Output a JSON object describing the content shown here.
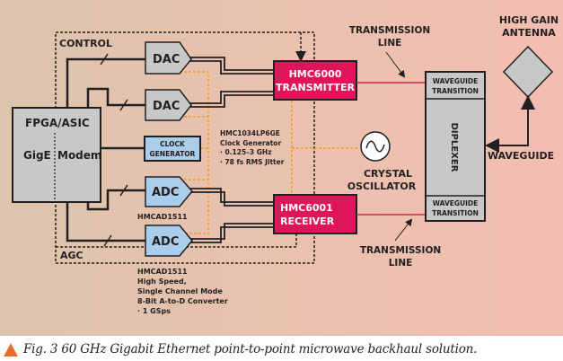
{
  "figure": {
    "caption": "Fig. 3  60 GHz Gigabit Ethernet point-to-point microwave backhaul solution.",
    "colors": {
      "chip_red": "#e0145a",
      "block_gray": "#c8c8c8",
      "block_blue": "#a9cdeb",
      "clock_line": "#f39a1e",
      "rf_line": "#d9204f",
      "line": "#231f20",
      "caption_triangle": "#e8702a"
    }
  },
  "blocks": {
    "fpga": {
      "title": "FPGA/ASIC",
      "left": "GigE",
      "right": "Modem"
    },
    "dac1": "DAC",
    "dac2": "DAC",
    "clock_gen": {
      "line1": "CLOCK",
      "line2": "GENERATOR"
    },
    "adc1": "ADC",
    "adc2": "ADC",
    "transmitter": {
      "line1": "HMC6000",
      "line2": "TRANSMITTER"
    },
    "receiver": {
      "line1": "HMC6001",
      "line2": "RECEIVER"
    },
    "wg_top": {
      "line1": "WAVEGUIDE",
      "line2": "TRANSITION"
    },
    "wg_bottom": {
      "line1": "WAVEGUIDE",
      "line2": "TRANSITION"
    },
    "diplexer": "DIPLEXER"
  },
  "labels": {
    "control": "CONTROL",
    "agc": "AGC",
    "tx_line_top": {
      "line1": "TRANSMISSION",
      "line2": "LINE"
    },
    "tx_line_bottom": {
      "line1": "TRANSMISSION",
      "line2": "LINE"
    },
    "antenna": {
      "line1": "HIGH GAIN",
      "line2": "ANTENNA"
    },
    "waveguide": "WAVEGUIDE",
    "crystal": {
      "line1": "CRYSTAL",
      "line2": "OSCILLATOR"
    },
    "adc_part": "HMCAD1511",
    "clock_notes": [
      "HMC1034LP6GE",
      "Clock Generator",
      "· 0.125–3 GHz",
      "· 78 fs RMS Jitter"
    ],
    "adc_notes": [
      "HMCAD1511",
      "High Speed,",
      "Single Channel Mode",
      "8-Bit A-to-D Converter",
      "· 1 GSps"
    ]
  }
}
